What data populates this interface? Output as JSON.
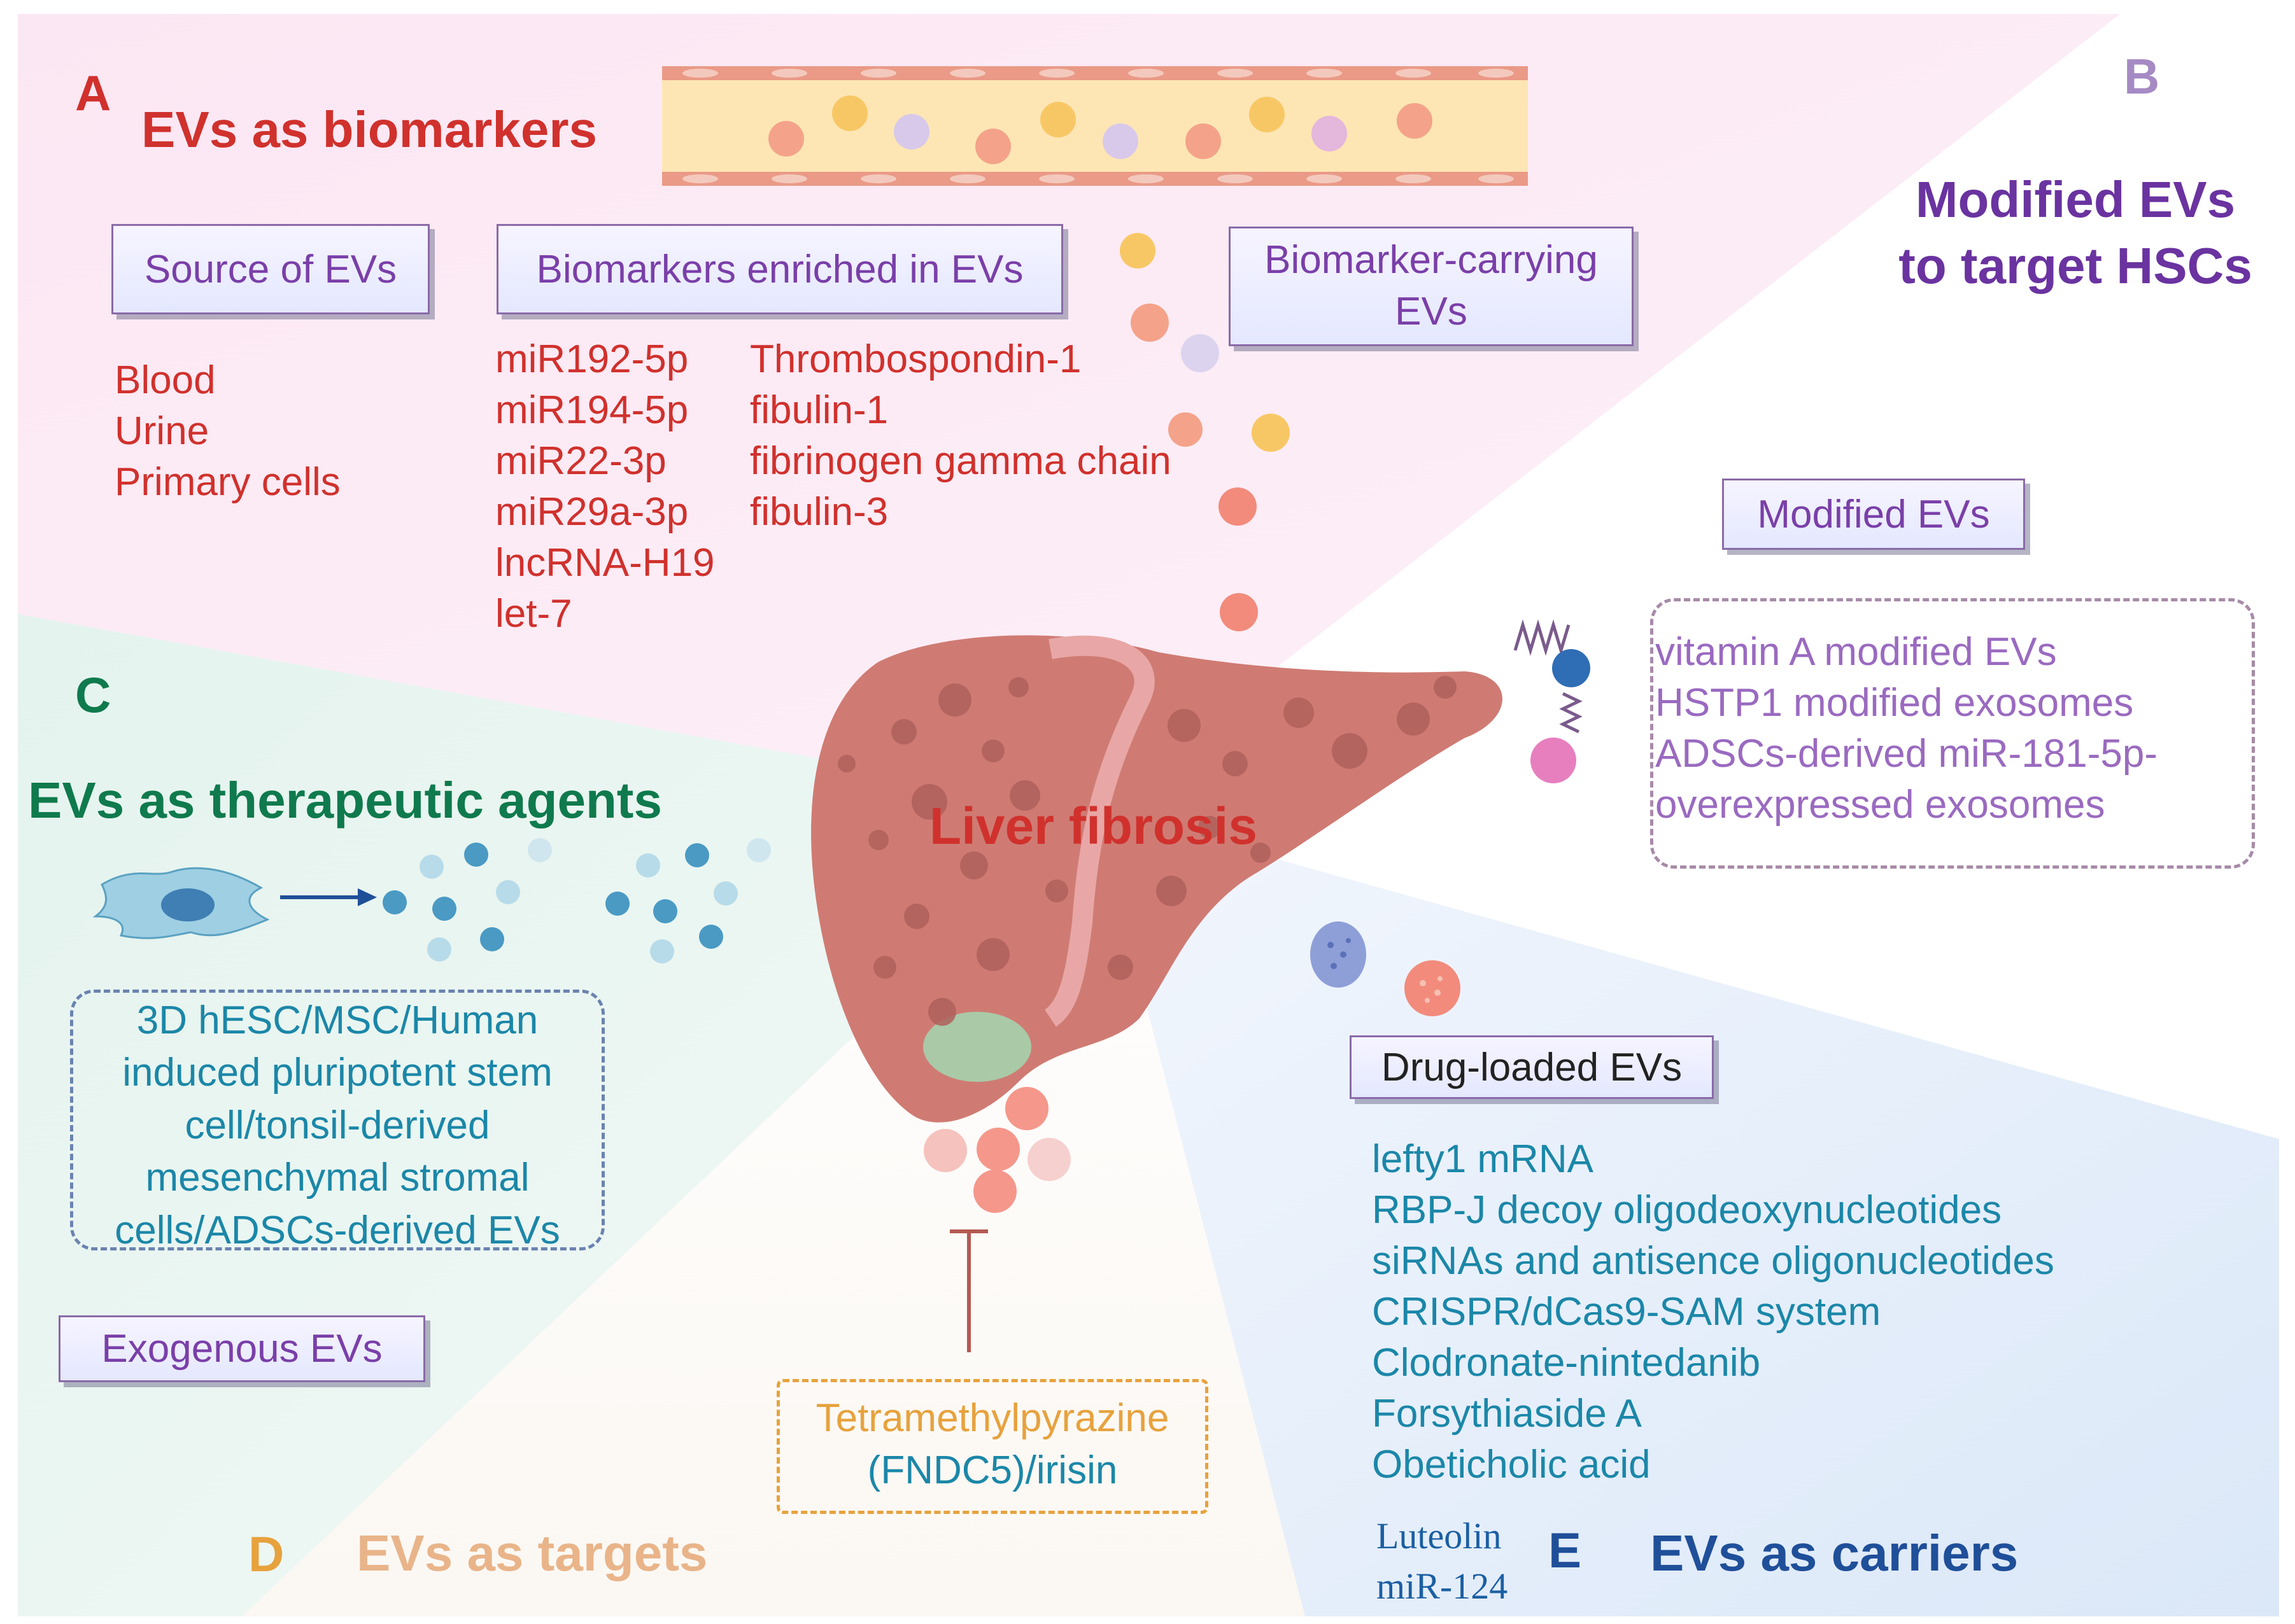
{
  "colors": {
    "red": "#d0312d",
    "purple": "#7a3fa8",
    "green": "#0f7a4d",
    "teal": "#1b87a8",
    "orange": "#e7a23d",
    "peach": "#e9b489",
    "navy": "#1f4f99",
    "box_border_purple": "#8a6aa8",
    "liver": "#cf7b73"
  },
  "panel_a": {
    "letter": "A",
    "title": "EVs as biomarkers",
    "source_box": "Source of EVs",
    "sources": [
      "Blood",
      "Urine",
      "Primary cells"
    ],
    "biomarker_box": "Biomarkers enriched in EVs",
    "rna_markers": [
      "miR192-5p",
      "miR194-5p",
      "miR22-3p",
      "miR29a-3p",
      "lncRNA-H19",
      "let-7"
    ],
    "protein_markers": [
      "Thrombospondin-1",
      "fibulin-1",
      "fibrinogen gamma chain",
      "fibulin-3"
    ],
    "carrying_box": [
      "Biomarker-carrying",
      "EVs"
    ]
  },
  "panel_b": {
    "letter": "B",
    "title": [
      "Modified EVs",
      "to target HSCs"
    ],
    "box": "Modified EVs",
    "items": [
      "vitamin A modified EVs",
      "HSTP1 modified exosomes",
      "ADSCs-derived miR-181-5p-",
      "overexpressed exosomes"
    ]
  },
  "panel_c": {
    "letter": "C",
    "title": "EVs as therapeutic agents",
    "sources": [
      "3D hESC/MSC/Human",
      "induced pluripotent stem",
      "cell/tonsil-derived",
      "mesenchymal stromal",
      "cells/ADSCs-derived EVs"
    ],
    "box": "Exogenous EVs"
  },
  "panel_d": {
    "letter": "D",
    "title": "EVs as targets",
    "agents": [
      "Tetramethylpyrazine",
      "(FNDC5)/irisin"
    ]
  },
  "panel_e": {
    "letter": "E",
    "title": "EVs as carriers",
    "box": "Drug-loaded EVs",
    "drugs": [
      "lefty1 mRNA",
      "RBP-J decoy oligodeoxynucleotides",
      "siRNAs and antisence oligonucleotides",
      "CRISPR/dCas9-SAM system",
      "Clodronate-nintedanib",
      "Forsythiaside A",
      "Obeticholic acid"
    ],
    "drugs_serif": [
      "Luteolin",
      "miR-124"
    ]
  },
  "center": {
    "label": "Liver fibrosis"
  }
}
